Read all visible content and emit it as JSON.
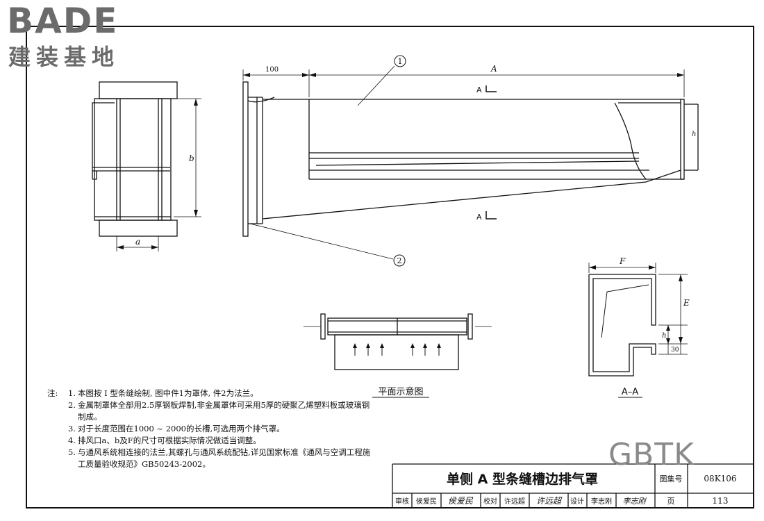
{
  "logo": {
    "brand_en": "BADE",
    "brand_cn": "建装基地"
  },
  "watermark": "GBTK",
  "part_labels": {
    "part1": "1",
    "part2": "2"
  },
  "dimensions": {
    "flange_offset": "100",
    "length": "A",
    "width": "a",
    "height": "b",
    "top_width": "F",
    "depth": "E",
    "slot": "h",
    "lip": "30",
    "slot_side": "h"
  },
  "section_markers": {
    "top": "A",
    "bottom": "A"
  },
  "view_titles": {
    "plan": "平面示意图",
    "section": "A–A"
  },
  "notes": {
    "lead": "注:",
    "items": [
      {
        "n": "1.",
        "text": "本图按 I 型条缝绘制, 图中件1为罩体, 件2为法兰。"
      },
      {
        "n": "2.",
        "text": "金属制罩体全部用2.5厚钢板焊制,非金属罩体可采用5厚的硬聚乙烯塑料板或玻璃钢制成。"
      },
      {
        "n": "3.",
        "text": "对于长度范围在1000 ~ 2000的长槽,可选用两个排气罩。"
      },
      {
        "n": "4.",
        "text": "排风口a、b及F的尺寸可根据实际情况做适当调整。"
      },
      {
        "n": "5.",
        "text": "与通风系统相连接的法兰,其螺孔与通风系统配钻,详见国家标准《通风与空调工程施工质量验收规范》GB50243-2002。"
      }
    ]
  },
  "title_block": {
    "title": "单侧 A 型条缝槽边排气罩",
    "atlas_label": "图集号",
    "atlas_no": "08K106",
    "page_label": "页",
    "page_no": "113",
    "review_label": "审核",
    "review_name": "侯爱民",
    "review_sign": "侯爱民",
    "check_label": "校对",
    "check_name": "许远超",
    "check_sign": "许远超",
    "design_label": "设计",
    "design_name": "李志刚",
    "design_sign": "李志刚"
  }
}
